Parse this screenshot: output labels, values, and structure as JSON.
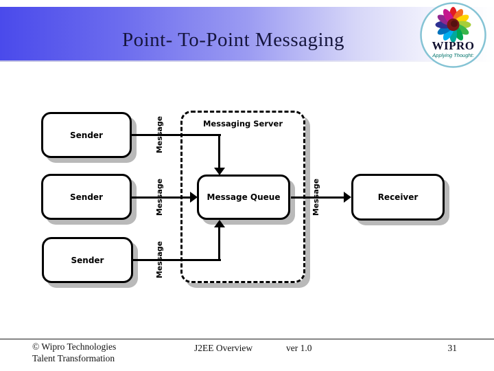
{
  "slide": {
    "title": "Point- To-Point Messaging"
  },
  "logo": {
    "brand": "WIPRO",
    "tagline": "Applying Thought:"
  },
  "diagram": {
    "senders": [
      {
        "label": "Sender"
      },
      {
        "label": "Sender"
      },
      {
        "label": "Sender"
      }
    ],
    "server_label": "Messaging Server",
    "queue_label": "Message Queue",
    "receiver_label": "Receiver",
    "message_labels": [
      "Message",
      "Message",
      "Message",
      "Message"
    ]
  },
  "footer": {
    "copyright_line1": "© Wipro Technologies",
    "copyright_line2": "Talent Transformation",
    "course": "J2EE Overview",
    "version": "ver 1.0",
    "page": "31"
  },
  "colors": {
    "banner_start": "#4a4aeb",
    "banner_end": "#ffffff",
    "title_text": "#15153d",
    "box_shadow": "#b9b9b9",
    "tagline_teal": "#00736b"
  }
}
